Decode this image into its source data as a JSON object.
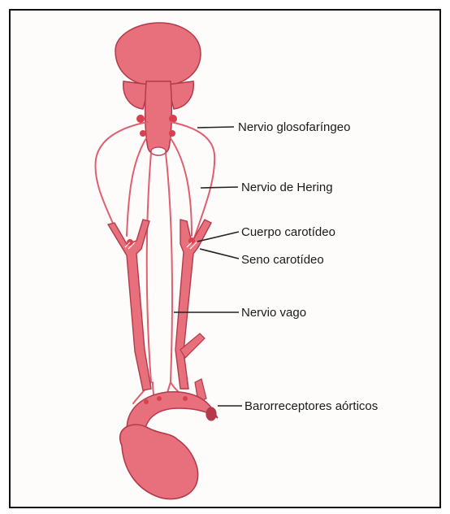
{
  "colors": {
    "tissue": "#e8707c",
    "tissue_dark": "#b23a4a",
    "nerve": "#e05f6f",
    "receptor": "#d9404f",
    "line": "#222222",
    "frame": "#111111"
  },
  "labels": {
    "glossopharyngeal": "Nervio glosofaríngeo",
    "hering": "Nervio de Hering",
    "carotid_body": "Cuerpo carotídeo",
    "carotid_sinus": "Seno carotídeo",
    "vagus": "Nervio vago",
    "aortic_baroreceptors": "Barorreceptores aórticos"
  }
}
